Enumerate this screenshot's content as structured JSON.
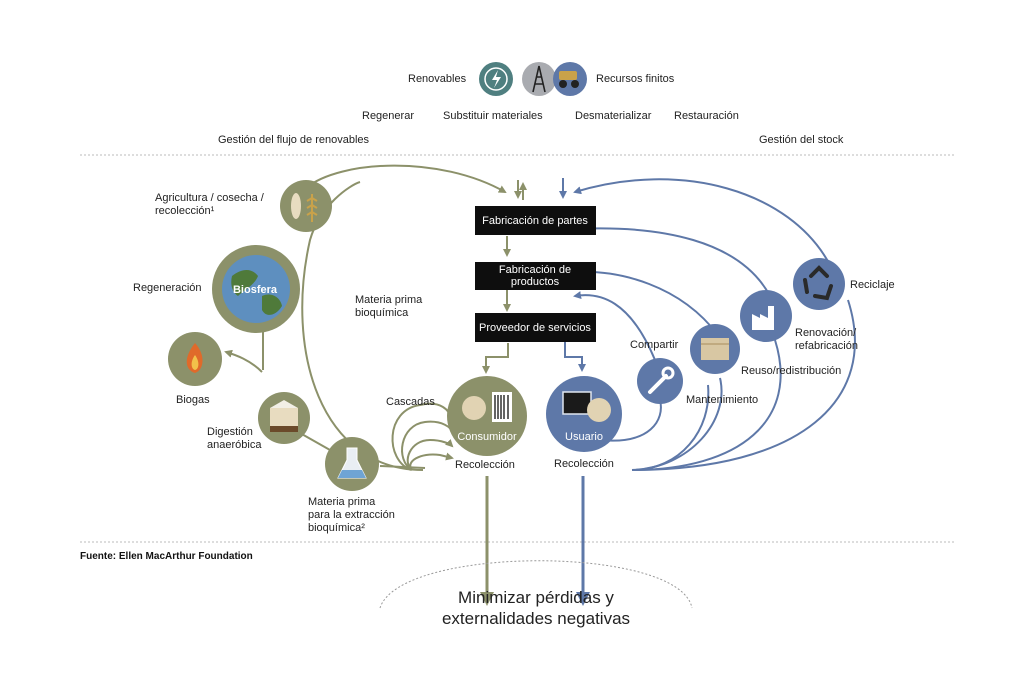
{
  "header": {
    "renewables": "Renovables",
    "finite": "Recursos finitos",
    "principles": [
      "Regenerar",
      "Substituir materiales",
      "Desmaterializar",
      "Restauración"
    ],
    "left_title": "Gestión del flujo de renovables",
    "right_title": "Gestión del stock"
  },
  "center": {
    "parts": "Fabricación de partes",
    "products_1": "Fabricación de",
    "products_2": "productos",
    "service": "Proveedor de servicios"
  },
  "left": {
    "agri_1": "Agricultura / cosecha /",
    "agri_2": "recolección¹",
    "regeneration": "Regeneración",
    "biosphere": "Biosfera",
    "biogas": "Biogas",
    "digestion_1": "Digestión",
    "digestion_2": "anaeróbica",
    "feedstock_1": "Materia prima",
    "feedstock_2": "para la extracción",
    "feedstock_3": "bioquímica²",
    "biochem_1": "Materia prima",
    "biochem_2": "bioquímica",
    "cascades": "Cascadas",
    "consumer": "Consumidor",
    "collection": "Recolección"
  },
  "right": {
    "recycling": "Reciclaje",
    "refurb_1": "Renovación/",
    "refurb_2": "refabricación",
    "reuse": "Reuso/redistribución",
    "share": "Compartir",
    "maintenance": "Mantenimiento",
    "user": "Usuario",
    "collection": "Recolección"
  },
  "footer": {
    "source": "Fuente: Ellen MacArthur Foundation",
    "bottom_1": "Minimizar pérdidas y",
    "bottom_2": "externalidades negativas"
  },
  "colors": {
    "green": "#8c916a",
    "blue": "#5e78a8",
    "teal": "#4f7f80",
    "grey": "#a9abb0",
    "box": "#0e0e0e"
  }
}
